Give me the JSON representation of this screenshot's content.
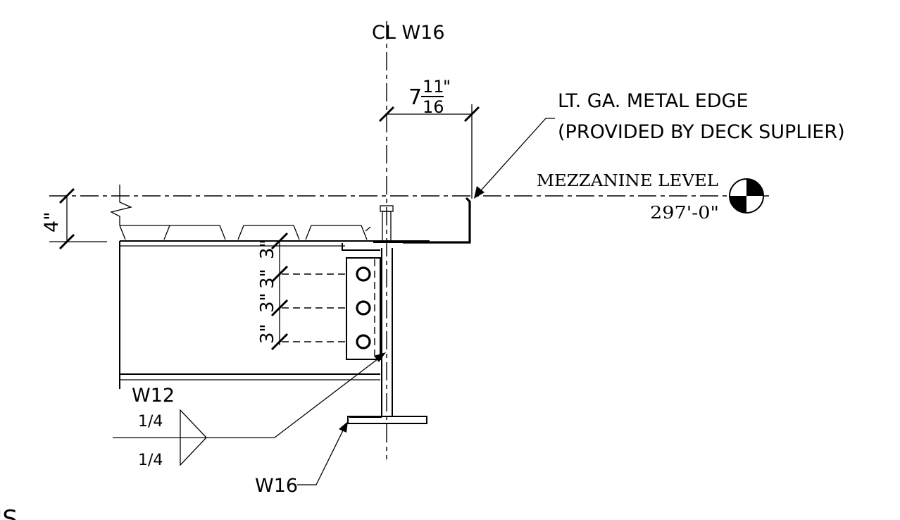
{
  "labels": {
    "centerline": "CL W16",
    "dim_top_whole": "7",
    "dim_top_num": "11",
    "dim_top_den": "16",
    "dim_top_inch": "\"",
    "edge_line1": "LT. GA. METAL EDGE",
    "edge_line2": "(PROVIDED BY DECK SUPLIER)",
    "level_name": "MEZZANINE LEVEL",
    "level_elev": "297'-0\"",
    "dim_slab": "4\"",
    "bolt_spacing_1": "3\"",
    "bolt_spacing_2": "3\"",
    "bolt_spacing_3": "3\"",
    "bolt_spacing_4": "3\"",
    "beam_w12": "W12",
    "weld_top": "1/4",
    "weld_bottom": "1/4",
    "beam_w16": "W16",
    "cut_text": "'S"
  }
}
